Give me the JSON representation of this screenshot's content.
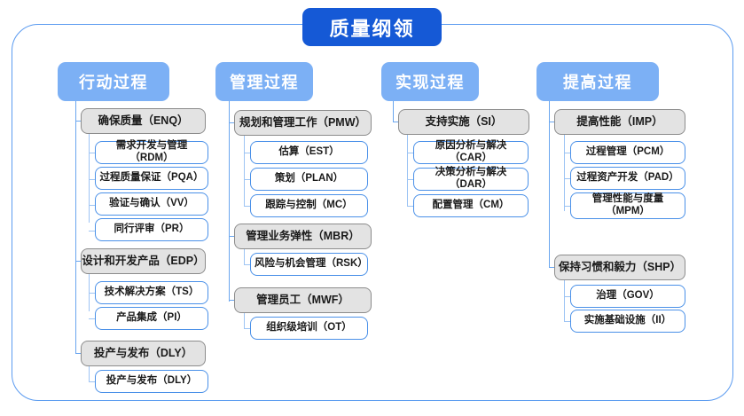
{
  "colors": {
    "root_bg": "#1559d6",
    "column_header_bg": "#7cb0f5",
    "group_bg": "#e3e3e3",
    "group_border": "#8c8c8c",
    "leaf_border": "#4a90e8",
    "frame_border": "#5b9bf0",
    "connector": "#6aa6ef",
    "page_bg": "#ffffff"
  },
  "root": {
    "title": "质量纲领"
  },
  "columns": [
    {
      "id": "action-process",
      "header": "行动过程",
      "groups": [
        {
          "id": "enq",
          "label": "确保质量（ENQ）",
          "children": [
            {
              "id": "rdm",
              "label": "需求开发与管理（RDM）"
            },
            {
              "id": "pqa",
              "label": "过程质量保证（PQA）"
            },
            {
              "id": "vv",
              "label": "验证与确认（VV）"
            },
            {
              "id": "pr",
              "label": "同行评审（PR）"
            }
          ]
        },
        {
          "id": "edp",
          "label": "设计和开发产品（EDP）",
          "children": [
            {
              "id": "ts",
              "label": "技术解决方案（TS）"
            },
            {
              "id": "pi",
              "label": "产品集成（PI）"
            }
          ]
        },
        {
          "id": "dly",
          "label": "投产与发布（DLY）",
          "children": [
            {
              "id": "dly-child",
              "label": "投产与发布（DLY）"
            }
          ]
        }
      ]
    },
    {
      "id": "management-process",
      "header": "管理过程",
      "groups": [
        {
          "id": "pmw",
          "label": "规划和管理工作（PMW）",
          "children": [
            {
              "id": "est",
              "label": "估算（EST）"
            },
            {
              "id": "plan",
              "label": "策划（PLAN）"
            },
            {
              "id": "mc",
              "label": "跟踪与控制（MC）"
            }
          ]
        },
        {
          "id": "mbr",
          "label": "管理业务弹性（MBR）",
          "children": [
            {
              "id": "rsk",
              "label": "风险与机会管理（RSK）"
            }
          ]
        },
        {
          "id": "mwf",
          "label": "管理员工（MWF）",
          "children": [
            {
              "id": "ot",
              "label": "组织级培训（OT）"
            }
          ]
        }
      ]
    },
    {
      "id": "implementation-process",
      "header": "实现过程",
      "groups": [
        {
          "id": "si",
          "label": "支持实施（SI）",
          "children": [
            {
              "id": "car",
              "label": "原因分析与解决（CAR）"
            },
            {
              "id": "dar",
              "label": "决策分析与解决（DAR）"
            },
            {
              "id": "cm",
              "label": "配置管理（CM）"
            }
          ]
        }
      ]
    },
    {
      "id": "improvement-process",
      "header": "提高过程",
      "groups": [
        {
          "id": "imp",
          "label": "提高性能（IMP）",
          "children": [
            {
              "id": "pcm",
              "label": "过程管理（PCM）"
            },
            {
              "id": "pad",
              "label": "过程资产开发（PAD）"
            },
            {
              "id": "mpm",
              "label": "管理性能与度量（MPM）"
            }
          ]
        },
        {
          "id": "shp",
          "label": "保持习惯和毅力（SHP）",
          "children": [
            {
              "id": "gov",
              "label": "治理（GOV）"
            },
            {
              "id": "ii",
              "label": "实施基础设施（II）"
            }
          ]
        }
      ]
    }
  ]
}
